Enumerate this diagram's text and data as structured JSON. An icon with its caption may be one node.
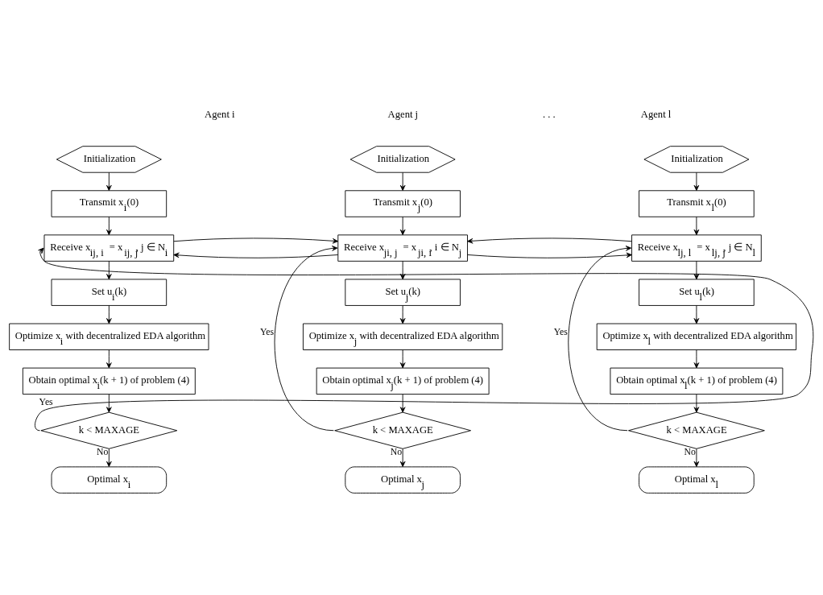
{
  "diagram": {
    "nodes": [
      {
        "text": [
          "Initialization"
        ]
      },
      {
        "text": [
          "Transmit x$_{i}$(0)"
        ]
      },
      {
        "text": [
          "Receive x$_{ij, i}$ = x$_{ij, j}$, j ∈ N$_{i}$"
        ]
      },
      {
        "text": [
          "Set u$_{i}$(k)"
        ]
      },
      {
        "text": [
          "Optimize x$_{i}$ with decentralized EDA algorithm"
        ]
      },
      {
        "text": [
          "Obtain optimal x$_{i}$(k + 1) of problem (4)"
        ]
      },
      {
        "text": [
          "k < MAXAGE"
        ]
      },
      {
        "text": [
          "Optimal x$_{i}$"
        ]
      },
      {
        "text": [
          "Initialization"
        ]
      },
      {
        "text": [
          "Transmit x$_{j}$(0)"
        ]
      },
      {
        "text": [
          "Receive x$_{ji, j}$ = x$_{ji, i}$, i ∈ N$_{j}$"
        ]
      },
      {
        "text": [
          "Set u$_{j}$(k)"
        ]
      },
      {
        "text": [
          "Optimize x$_{j}$ with decentralized EDA algorithm"
        ]
      },
      {
        "text": [
          "Obtain optimal x$_{j}$(k + 1) of problem (4)"
        ]
      },
      {
        "text": [
          "k < MAXAGE"
        ]
      },
      {
        "text": [
          "Optimal x$_{j}$"
        ]
      },
      {
        "text": [
          "Initialization"
        ]
      },
      {
        "text": [
          "Transmit x$_{l}$(0)"
        ]
      },
      {
        "text": [
          "Receive x$_{lj, l}$ = x$_{lj, j}$, j ∈ N$_{l}$"
        ]
      },
      {
        "text": [
          "Set u$_{l}$(k)"
        ]
      },
      {
        "text": [
          "Optimize x$_{l}$ with decentralized EDA algorithm"
        ]
      },
      {
        "text": [
          "Obtain optimal x$_{l}$(k + 1) of problem (4)"
        ]
      },
      {
        "text": [
          "k < MAXAGE"
        ]
      },
      {
        "text": [
          "Optimal x$_{l}$"
        ]
      }
    ],
    "edges": [
      {
        "from": 0,
        "to": 1,
        "arrow": "to"
      },
      {
        "from": 1,
        "to": 2,
        "arrow": "to"
      },
      {
        "from": 2,
        "to": 3,
        "arrow": "to"
      },
      {
        "from": 3,
        "to": 4,
        "arrow": "to"
      },
      {
        "from": 4,
        "to": 5,
        "arrow": "to"
      },
      {
        "from": 5,
        "to": 6,
        "arrow": "to"
      },
      {
        "from": 6,
        "to": 2,
        "arrow": "to",
        "label": "Yes"
      },
      {
        "from": 6,
        "to": 7,
        "arrow": "to",
        "label": "No"
      },
      {
        "from": 8,
        "to": 9,
        "arrow": "to"
      },
      {
        "from": 9,
        "to": 10,
        "arrow": "to"
      },
      {
        "from": 10,
        "to": 11,
        "arrow": "to"
      },
      {
        "from": 11,
        "to": 12,
        "arrow": "to"
      },
      {
        "from": 12,
        "to": 13,
        "arrow": "to"
      },
      {
        "from": 13,
        "to": 14,
        "arrow": "to"
      },
      {
        "from": 14,
        "to": 10,
        "arrow": "to",
        "label": "Yes"
      },
      {
        "from": 14,
        "to": 15,
        "arrow": "to",
        "label": "No"
      },
      {
        "from": 16,
        "to": 17,
        "arrow": "to"
      },
      {
        "from": 17,
        "to": 18,
        "arrow": "to"
      },
      {
        "from": 18,
        "to": 19,
        "arrow": "to"
      },
      {
        "from": 19,
        "to": 20,
        "arrow": "to"
      },
      {
        "from": 20,
        "to": 21,
        "arrow": "to"
      },
      {
        "from": 21,
        "to": 22,
        "arrow": "to"
      },
      {
        "from": 22,
        "to": 18,
        "arrow": "to",
        "label": "Yes"
      },
      {
        "from": 22,
        "to": 23,
        "arrow": "to",
        "label": "No"
      },
      {
        "from": 10,
        "to": 2,
        "arrow": "to"
      },
      {
        "from": 2,
        "to": 10,
        "arrow": "to"
      },
      {
        "from": 10,
        "to": 18,
        "arrow": "to"
      },
      {
        "from": 18,
        "to": 10,
        "arrow": "to"
      }
    ],
    "labels": [
      "Agent i",
      "Agent j",
      ". . .",
      "Agent l"
    ]
  }
}
